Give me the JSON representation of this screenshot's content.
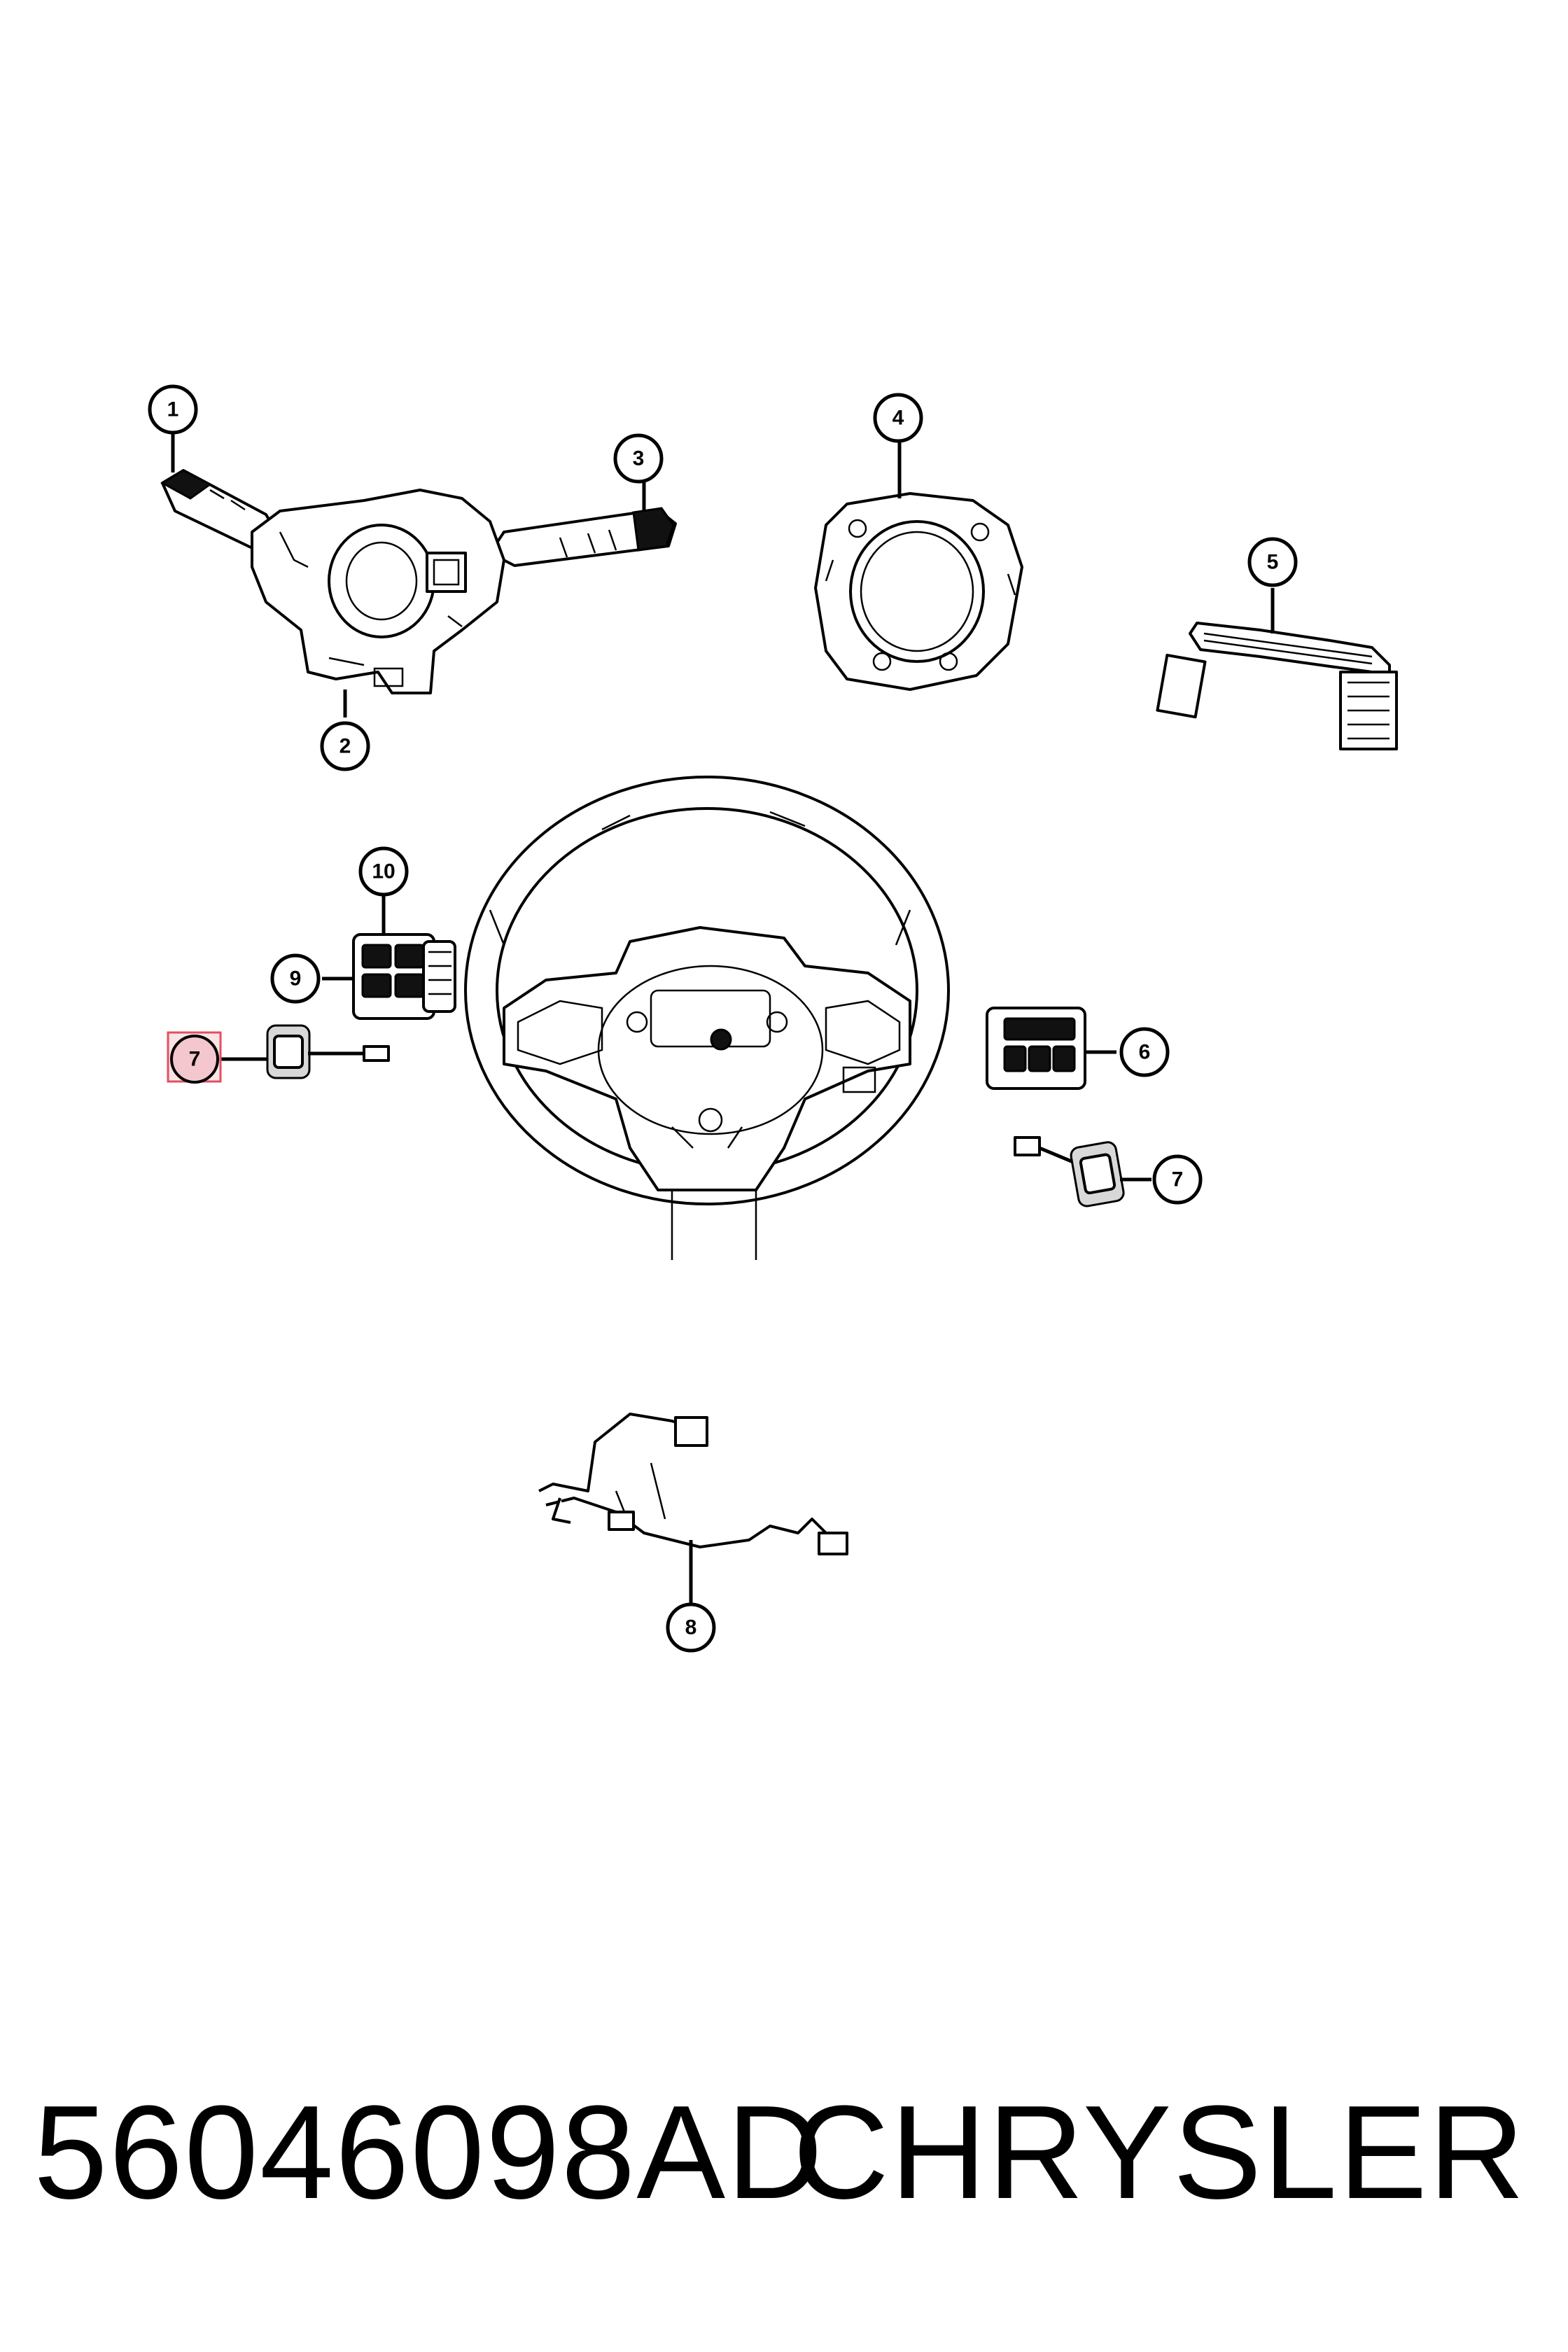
{
  "diagram": {
    "callouts": [
      {
        "id": "1",
        "label": "1"
      },
      {
        "id": "2",
        "label": "2"
      },
      {
        "id": "3",
        "label": "3"
      },
      {
        "id": "4",
        "label": "4"
      },
      {
        "id": "5",
        "label": "5"
      },
      {
        "id": "6",
        "label": "6"
      },
      {
        "id": "7a",
        "label": "7",
        "highlighted": true
      },
      {
        "id": "7b",
        "label": "7"
      },
      {
        "id": "8",
        "label": "8"
      },
      {
        "id": "9",
        "label": "9"
      },
      {
        "id": "10",
        "label": "10"
      }
    ],
    "highlight_color": "#e05060",
    "highlight_fill": "#fbe3e6"
  },
  "footer": {
    "part_number": "56046098AD",
    "brand": "CHRYSLER"
  }
}
